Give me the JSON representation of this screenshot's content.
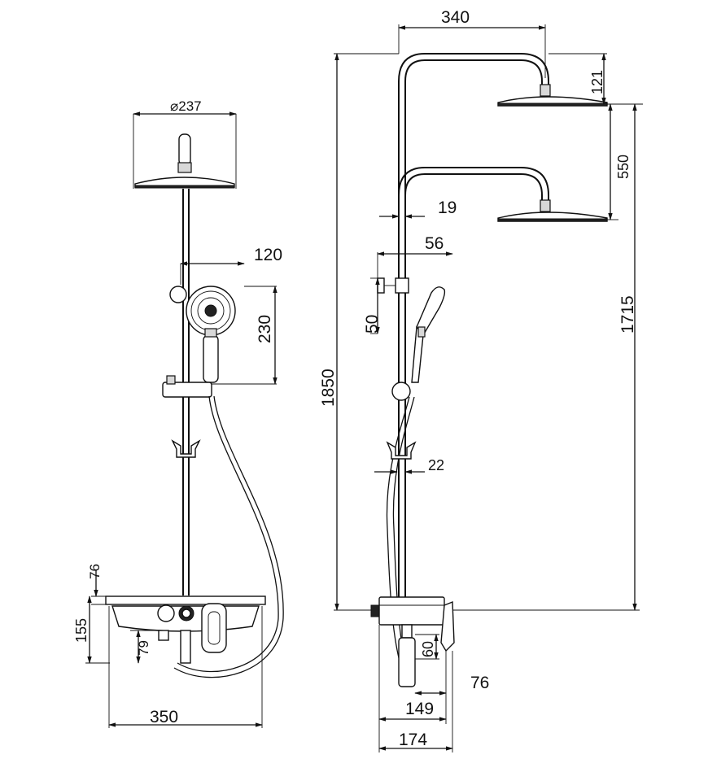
{
  "front_view": {
    "diameter_label": "⌀237",
    "handshower_width": "120",
    "handshower_height": "230",
    "shelf_thickness": "76",
    "mixer_height": "155",
    "outlet_height": "79",
    "shelf_width": "350"
  },
  "side_view": {
    "arm_length": "340",
    "top_drop": "121",
    "head_spacing": "550",
    "pipe_diameter": "19",
    "pipe_offset": "56",
    "bracket_height": "50",
    "hose_offset": "22",
    "total_height": "1850",
    "head_height": "1715",
    "valve_height": "60",
    "lever_projection": "76",
    "body_depth": "149",
    "total_depth": "174"
  }
}
